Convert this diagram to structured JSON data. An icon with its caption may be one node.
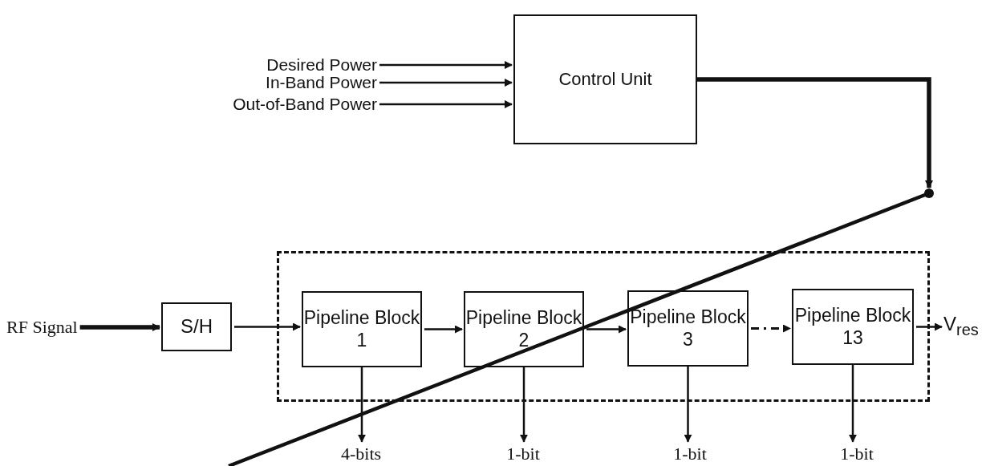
{
  "diagram": {
    "nodes": [
      {
        "text": [
          "Desired Power"
        ]
      },
      {
        "text": [
          "In-Band Power"
        ]
      },
      {
        "text": [
          "Out-of-Band Power"
        ]
      },
      {
        "text": [
          "Control Unit"
        ]
      },
      {
        "text": [
          "RF Signal"
        ]
      },
      {
        "text": [
          "S/H"
        ]
      },
      {
        "text": [],
        "shape": "box"
      },
      {
        "text": [
          "Pipeline Block 1"
        ],
        "in": 6
      },
      {
        "text": [
          "Pipeline Block 2"
        ],
        "in": 6
      },
      {
        "text": [
          "Pipeline Block 3"
        ],
        "in": 6
      },
      {
        "text": [
          "Pipeline Block 13"
        ],
        "in": 6
      },
      {
        "text": [
          "V$_{res}$"
        ]
      },
      {
        "text": [
          "4-bits"
        ]
      },
      {
        "text": [
          "1-bit"
        ]
      },
      {
        "text": [
          "1-bit"
        ]
      },
      {
        "text": [
          "1-bit"
        ]
      }
    ],
    "edges": [
      {
        "from": 0,
        "to": 3,
        "arrow": "to"
      },
      {
        "from": 1,
        "to": 3,
        "arrow": "to"
      },
      {
        "from": 2,
        "to": 3,
        "arrow": "to"
      },
      {
        "from": 3,
        "to": null,
        "arrow": "to",
        "style": "thick"
      },
      {
        "from": 4,
        "to": 5,
        "arrow": "to",
        "style": "thick"
      },
      {
        "from": 5,
        "to": 7,
        "arrow": "to"
      },
      {
        "from": 7,
        "to": 8,
        "arrow": "to"
      },
      {
        "from": 8,
        "to": 9,
        "arrow": "to"
      },
      {
        "from": 9,
        "to": 10,
        "arrow": "to",
        "style": "dashed"
      },
      {
        "from": 10,
        "to": 11,
        "arrow": "to"
      },
      {
        "from": 7,
        "to": 12,
        "arrow": "to"
      },
      {
        "from": 8,
        "to": 13,
        "arrow": "to"
      },
      {
        "from": 9,
        "to": 14,
        "arrow": "to"
      },
      {
        "from": 10,
        "to": 15,
        "arrow": "to"
      }
    ]
  }
}
